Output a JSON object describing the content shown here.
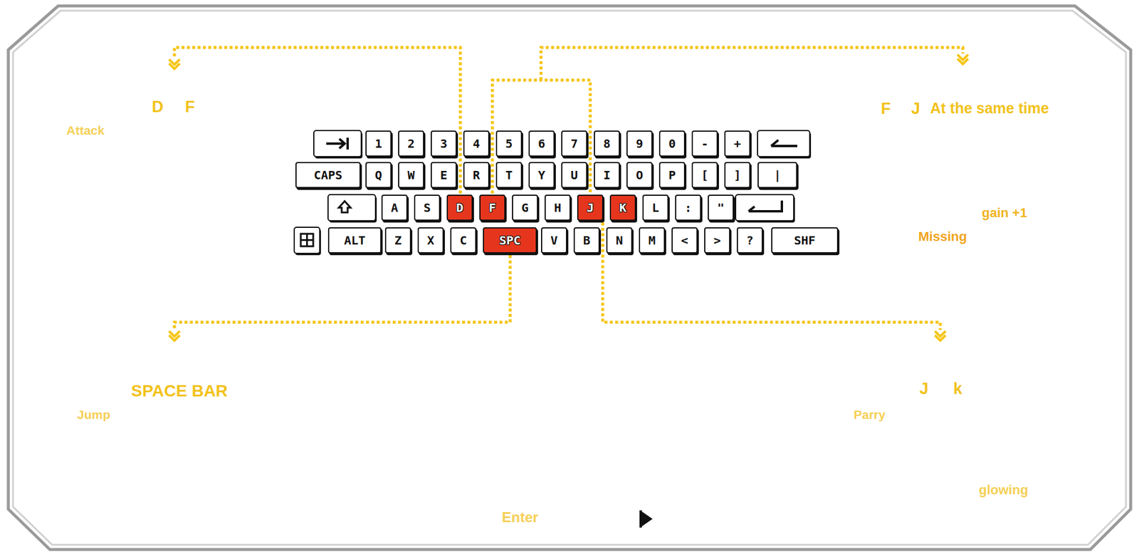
{
  "diagram": {
    "nodes": [
      {
        "text": [
          "1"
        ]
      },
      {
        "text": [
          "2"
        ]
      },
      {
        "text": [
          "3"
        ]
      },
      {
        "text": [
          "4"
        ]
      },
      {
        "text": [
          "5"
        ]
      },
      {
        "text": [
          "6"
        ]
      },
      {
        "text": [
          "7"
        ]
      },
      {
        "text": [
          "8"
        ]
      },
      {
        "text": [
          "9"
        ]
      },
      {
        "text": [
          "0"
        ]
      },
      {
        "text": [
          "-"
        ]
      },
      {
        "text": [
          "+"
        ]
      },
      {
        "text": [
          "CAPS"
        ]
      },
      {
        "text": [
          "Q"
        ]
      },
      {
        "text": [
          "W"
        ]
      },
      {
        "text": [
          "E"
        ]
      },
      {
        "text": [
          "R"
        ]
      },
      {
        "text": [
          "T"
        ]
      },
      {
        "text": [
          "Y"
        ]
      },
      {
        "text": [
          "U"
        ]
      },
      {
        "text": [
          "I"
        ]
      },
      {
        "text": [
          "O"
        ]
      },
      {
        "text": [
          "P"
        ]
      },
      {
        "text": [
          "["
        ]
      },
      {
        "text": [
          "]"
        ]
      },
      {
        "text": [
          "|"
        ]
      },
      {
        "text": [
          "A"
        ]
      },
      {
        "text": [
          "S"
        ]
      },
      {
        "text": [
          "D"
        ]
      },
      {
        "text": [
          "F"
        ]
      },
      {
        "text": [
          "G"
        ]
      },
      {
        "text": [
          "H"
        ]
      },
      {
        "text": [
          "J"
        ]
      },
      {
        "text": [
          "K"
        ]
      },
      {
        "text": [
          "L"
        ]
      },
      {
        "text": [
          ":"
        ]
      },
      {
        "text": [
          "\""
        ]
      },
      {
        "text": [
          "ALT"
        ]
      },
      {
        "text": [
          "Z"
        ]
      },
      {
        "text": [
          "X"
        ]
      },
      {
        "text": [
          "C"
        ]
      },
      {
        "text": [
          "SPC"
        ]
      },
      {
        "text": [
          "V"
        ]
      },
      {
        "text": [
          "B"
        ]
      },
      {
        "text": [
          "N"
        ]
      },
      {
        "text": [
          "M"
        ]
      },
      {
        "text": [
          "<"
        ]
      },
      {
        "text": [
          ">"
        ]
      },
      {
        "text": [
          "?"
        ]
      },
      {
        "text": [
          "SHF"
        ]
      }
    ],
    "labels": [
      "D",
      "F",
      "Attack",
      "F",
      "J",
      "At the same time",
      "gain +1",
      "Missing",
      "SPACE BAR",
      "Jump",
      "J",
      "k",
      "Parry",
      "glowing",
      "Enter"
    ]
  }
}
